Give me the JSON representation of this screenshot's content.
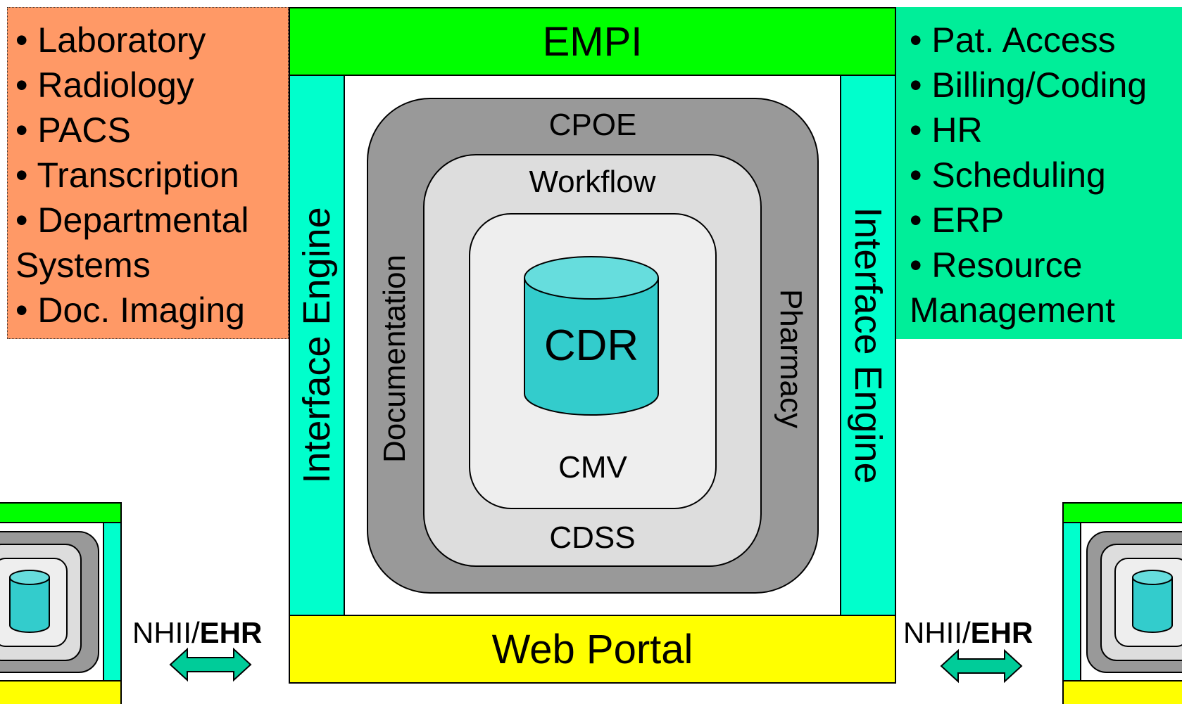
{
  "left_list": [
    "• Laboratory",
    "• Radiology",
    "• PACS",
    "• Transcription",
    "• Departmental",
    "Systems",
    "• Doc. Imaging"
  ],
  "right_list": [
    "• Pat. Access",
    "• Billing/Coding",
    "• HR",
    "• Scheduling",
    "• ERP",
    "• Resource",
    "Management"
  ],
  "top_bar": "EMPI",
  "bottom_bar": "Web Portal",
  "interface_engine_left": "Interface Engine",
  "interface_engine_right": "Interface Engine",
  "rings": {
    "outer": "CPOE",
    "middle": "Workflow",
    "inner_bottom": "CMV",
    "middle_bottom": "CDSS",
    "left_side": "Documentation",
    "right_side": "Pharmacy"
  },
  "core": "CDR",
  "exchange_left": {
    "prefix": "NHII/",
    "bold": "EHR"
  },
  "exchange_right": {
    "prefix": "NHII/",
    "bold": "EHR"
  },
  "colors": {
    "left_panel": "#ff9966",
    "right_panel": "#00ee99",
    "empi": "#00ff00",
    "interface_engine": "#00ffcc",
    "web_portal": "#ffff00",
    "cpoe_ring": "#999999",
    "workflow_ring": "#dddddd",
    "cmv_ring": "#eeeeee",
    "cdr_cylinder": "#33cccc",
    "arrow": "#00cc99"
  }
}
